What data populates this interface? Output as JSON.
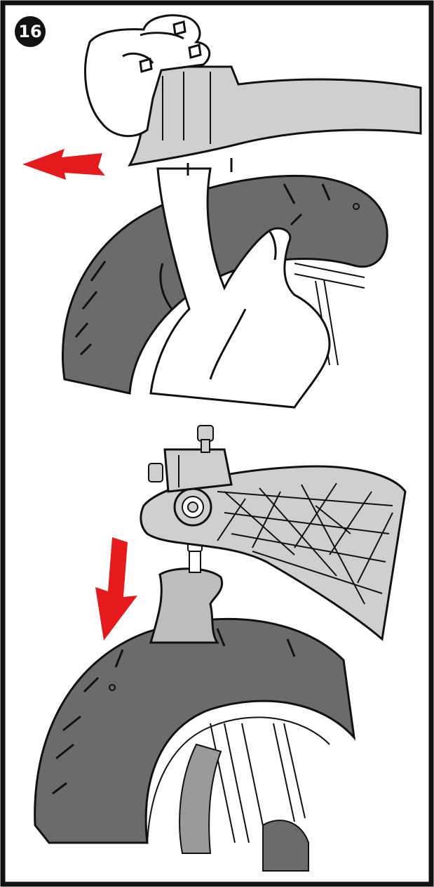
{
  "step": {
    "number": "16"
  },
  "colors": {
    "border": "#111111",
    "tire": "#6b6b6b",
    "tire_dark": "#555555",
    "part_grey": "#cfcfcf",
    "line": "#111111",
    "skin": "#ffffff",
    "arrow": "#e41a1c"
  },
  "panels": [
    {
      "id": "remove-wheel",
      "arrow_direction": "left",
      "icons": [
        "hand-icon",
        "fork-arm-icon",
        "axle-nut-icon",
        "tire-icon",
        "spoke-icon"
      ]
    },
    {
      "id": "lower-wheel",
      "arrow_direction": "down-left",
      "icons": [
        "fork-arm-icon",
        "axle-nut-icon",
        "axle-pin-icon",
        "mudguard-icon",
        "tire-icon",
        "spoke-icon"
      ]
    }
  ]
}
